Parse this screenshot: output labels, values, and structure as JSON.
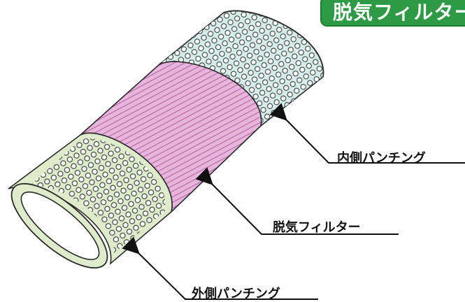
{
  "title": "脱気フィルター",
  "labels": {
    "inner_punching": "内側パンチング",
    "degassing_filter": "脱気フィルター",
    "outer_punching": "外側パンチング"
  },
  "colors": {
    "title_background": "#2f9a45",
    "title_text": "#ffffff",
    "inner_punching_fill": "#d8ecec",
    "filter_fill": "#e7b6dd",
    "filter_lines": "#b0529c",
    "outer_punching_fill": "#dfeccb",
    "hole_stroke": "#3d4a44",
    "outline": "#2a2a2a"
  }
}
